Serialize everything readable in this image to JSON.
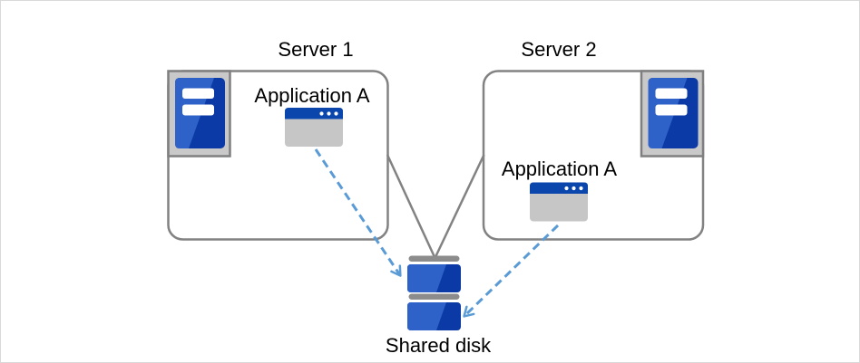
{
  "diagram": {
    "type": "architecture-diagram",
    "nodes": {
      "server1": {
        "label": "Server 1",
        "icon": "server-tower-icon",
        "kind": "container"
      },
      "server2": {
        "label": "Server 2",
        "icon": "server-tower-icon",
        "kind": "container"
      },
      "app1": {
        "label": "Application A",
        "icon": "application-window-icon",
        "parent": "server1"
      },
      "app2": {
        "label": "Application A",
        "icon": "application-window-icon",
        "parent": "server2"
      },
      "shared_disk": {
        "label": "Shared disk",
        "icon": "shared-disk-icon"
      }
    },
    "edges": [
      {
        "from": "server1",
        "to": "shared_disk",
        "style": "solid-line",
        "color": "#828282"
      },
      {
        "from": "server2",
        "to": "shared_disk",
        "style": "solid-line",
        "color": "#828282"
      },
      {
        "from": "app1",
        "to": "shared_disk",
        "style": "dashed-arrow",
        "color": "#5b9bd5"
      },
      {
        "from": "app2",
        "to": "shared_disk",
        "style": "dashed-arrow",
        "color": "#5b9bd5"
      }
    ],
    "colors": {
      "canvas_background": "#ffffff",
      "canvas_border": "#d9d9d9",
      "box_stroke": "#828282",
      "icon_frame_fill": "#c9c9c9",
      "icon_frame_stroke": "#7f7f7f",
      "icon_blue_light": "#2f62c8",
      "icon_blue_dark": "#0b3aa6",
      "window_titlebar_blue": "#0b46ad",
      "window_body_gray": "#c6c6c6",
      "disk_bar_gray": "#8c8c8c",
      "arrow_blue": "#5b9bd5",
      "label_text": "#000000"
    }
  }
}
